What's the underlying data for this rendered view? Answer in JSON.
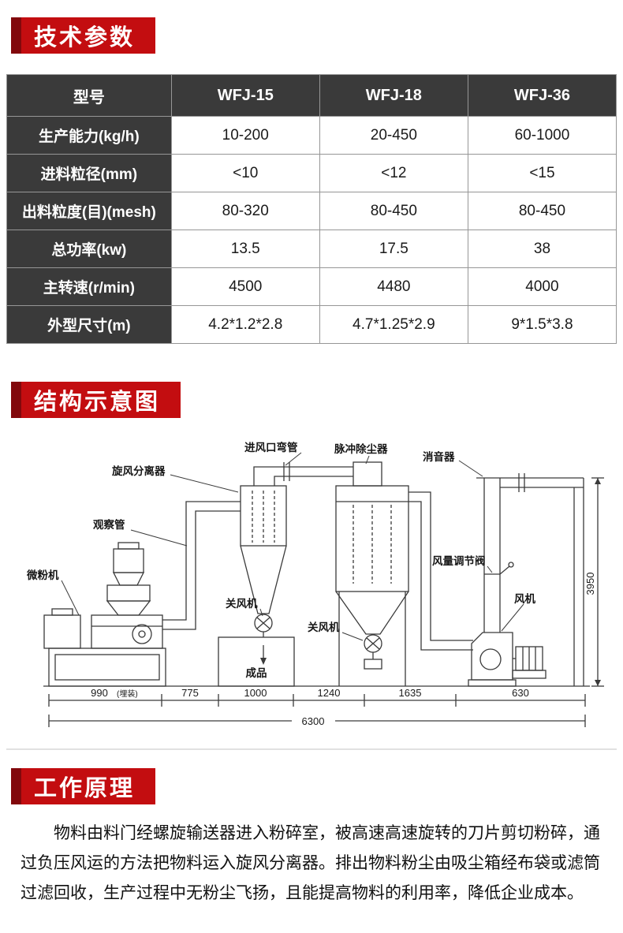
{
  "colors": {
    "header_red": "#c30d10",
    "header_dark_red": "#82080c",
    "table_dark": "#3a3a3a"
  },
  "sections": {
    "tech": {
      "title": "技术参数"
    },
    "structure": {
      "title": "结构示意图"
    },
    "principle": {
      "title": "工作原理",
      "text": "物料由料门经螺旋输送器进入粉碎室，被高速高速旋转的刀片剪切粉碎，通过负压风运的方法把物料运入旋风分离器。排出物料粉尘由吸尘箱经布袋或滤筒过滤回收，生产过程中无粉尘飞扬，且能提高物料的利用率，降低企业成本。"
    }
  },
  "table": {
    "columns": [
      "型号",
      "WFJ-15",
      "WFJ-18",
      "WFJ-36"
    ],
    "rows": [
      {
        "label": "生产能力(kg/h)",
        "values": [
          "10-200",
          "20-450",
          "60-1000"
        ]
      },
      {
        "label": "进料粒径(mm)",
        "values": [
          "<10",
          "<12",
          "<15"
        ]
      },
      {
        "label": "出料粒度(目)(mesh)",
        "values": [
          "80-320",
          "80-450",
          "80-450"
        ]
      },
      {
        "label": "总功率(kw)",
        "values": [
          "13.5",
          "17.5",
          "38"
        ]
      },
      {
        "label": "主转速(r/min)",
        "values": [
          "4500",
          "4480",
          "4000"
        ]
      },
      {
        "label": "外型尺寸(m)",
        "values": [
          "4.2*1.2*2.8",
          "4.7*1.25*2.9",
          "9*1.5*3.8"
        ]
      }
    ]
  },
  "diagram": {
    "labels": {
      "cyclone": "旋风分离器",
      "inlet_elbow": "进风口弯管",
      "dust_collector": "脉冲除尘器",
      "muffler": "消音器",
      "observation_tube": "观察管",
      "mill": "微粉机",
      "airlock_cyclone": "关风机",
      "airlock_collector": "关风机",
      "product": "成品",
      "damper": "风量调节阀",
      "fan": "风机"
    },
    "dimensions": {
      "w1": "990",
      "w1_note": "(埋装)",
      "w2": "775",
      "w3": "1000",
      "w4": "1240",
      "w5": "1635",
      "w6": "630",
      "total": "6300",
      "height": "3950"
    }
  }
}
